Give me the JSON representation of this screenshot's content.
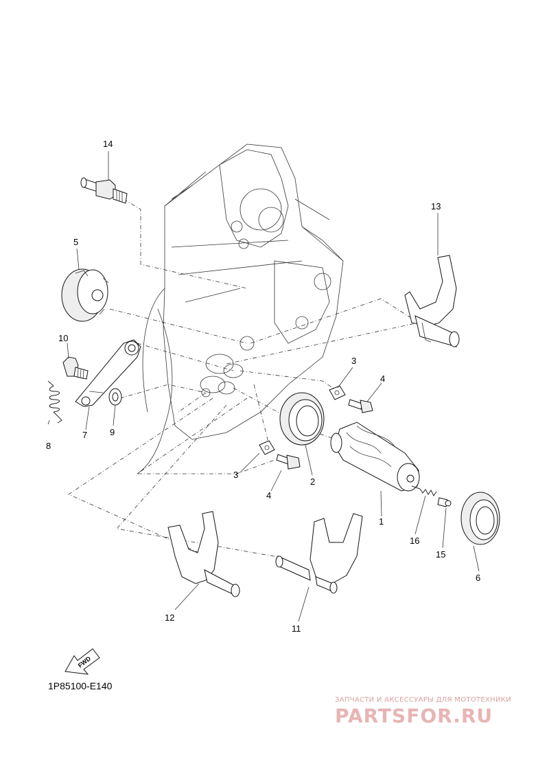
{
  "diagram": {
    "part_code": "1P85100-E140",
    "fwd_label": "FWD",
    "callouts": [
      {
        "id": "c1",
        "text": "1"
      },
      {
        "id": "c2",
        "text": "2"
      },
      {
        "id": "c3a",
        "text": "3"
      },
      {
        "id": "c3b",
        "text": "3"
      },
      {
        "id": "c4a",
        "text": "4"
      },
      {
        "id": "c4b",
        "text": "4"
      },
      {
        "id": "c5",
        "text": "5"
      },
      {
        "id": "c6",
        "text": "6"
      },
      {
        "id": "c7",
        "text": "7"
      },
      {
        "id": "c8",
        "text": "8"
      },
      {
        "id": "c9",
        "text": "9"
      },
      {
        "id": "c10",
        "text": "10"
      },
      {
        "id": "c11",
        "text": "11"
      },
      {
        "id": "c12",
        "text": "12"
      },
      {
        "id": "c13",
        "text": "13"
      },
      {
        "id": "c14",
        "text": "14"
      },
      {
        "id": "c15",
        "text": "15"
      },
      {
        "id": "c16",
        "text": "16"
      }
    ]
  },
  "watermark": {
    "tagline": "ЗАПЧАСТИ И АКСЕССУАРЫ ДЛЯ МОТОТЕХНИКИ",
    "brand": "PARTSFOR.RU",
    "color": "#e8b4b4"
  }
}
